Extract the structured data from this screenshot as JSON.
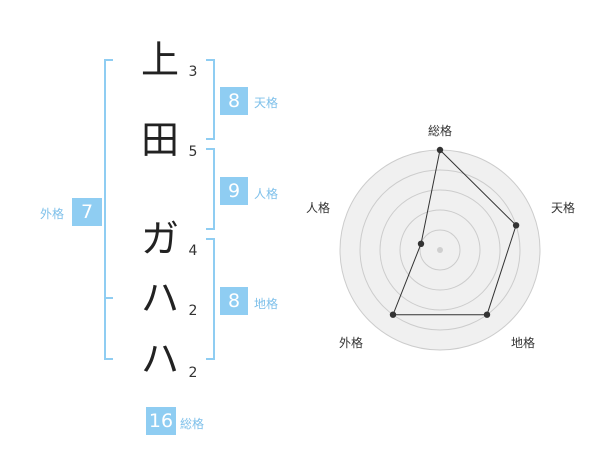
{
  "name": {
    "chars": [
      "上",
      "田",
      "ガ",
      "ハ",
      "ハ"
    ],
    "strokes": [
      3,
      5,
      4,
      2,
      2
    ]
  },
  "groups": {
    "tenkaku": {
      "label": "天格",
      "value": 8
    },
    "jinkaku": {
      "label": "人格",
      "value": 9
    },
    "chikaku": {
      "label": "地格",
      "value": 8
    },
    "gaikaku": {
      "label": "外格",
      "value": 7
    },
    "soukaku": {
      "label": "総格",
      "value": 16
    }
  },
  "colors": {
    "bracket": "#8fcdf2",
    "badge": "#8fcdf2",
    "label": "#7ec0ea",
    "radar_fill": "#f0f0f0",
    "radar_ring": "#cccccc",
    "radar_line": "#333333"
  },
  "chart_data": {
    "type": "radar",
    "axes": [
      "総格",
      "天格",
      "地格",
      "外格",
      "人格"
    ],
    "values": [
      5,
      4,
      4,
      4,
      1
    ],
    "rmax": 5,
    "rings": 5
  }
}
